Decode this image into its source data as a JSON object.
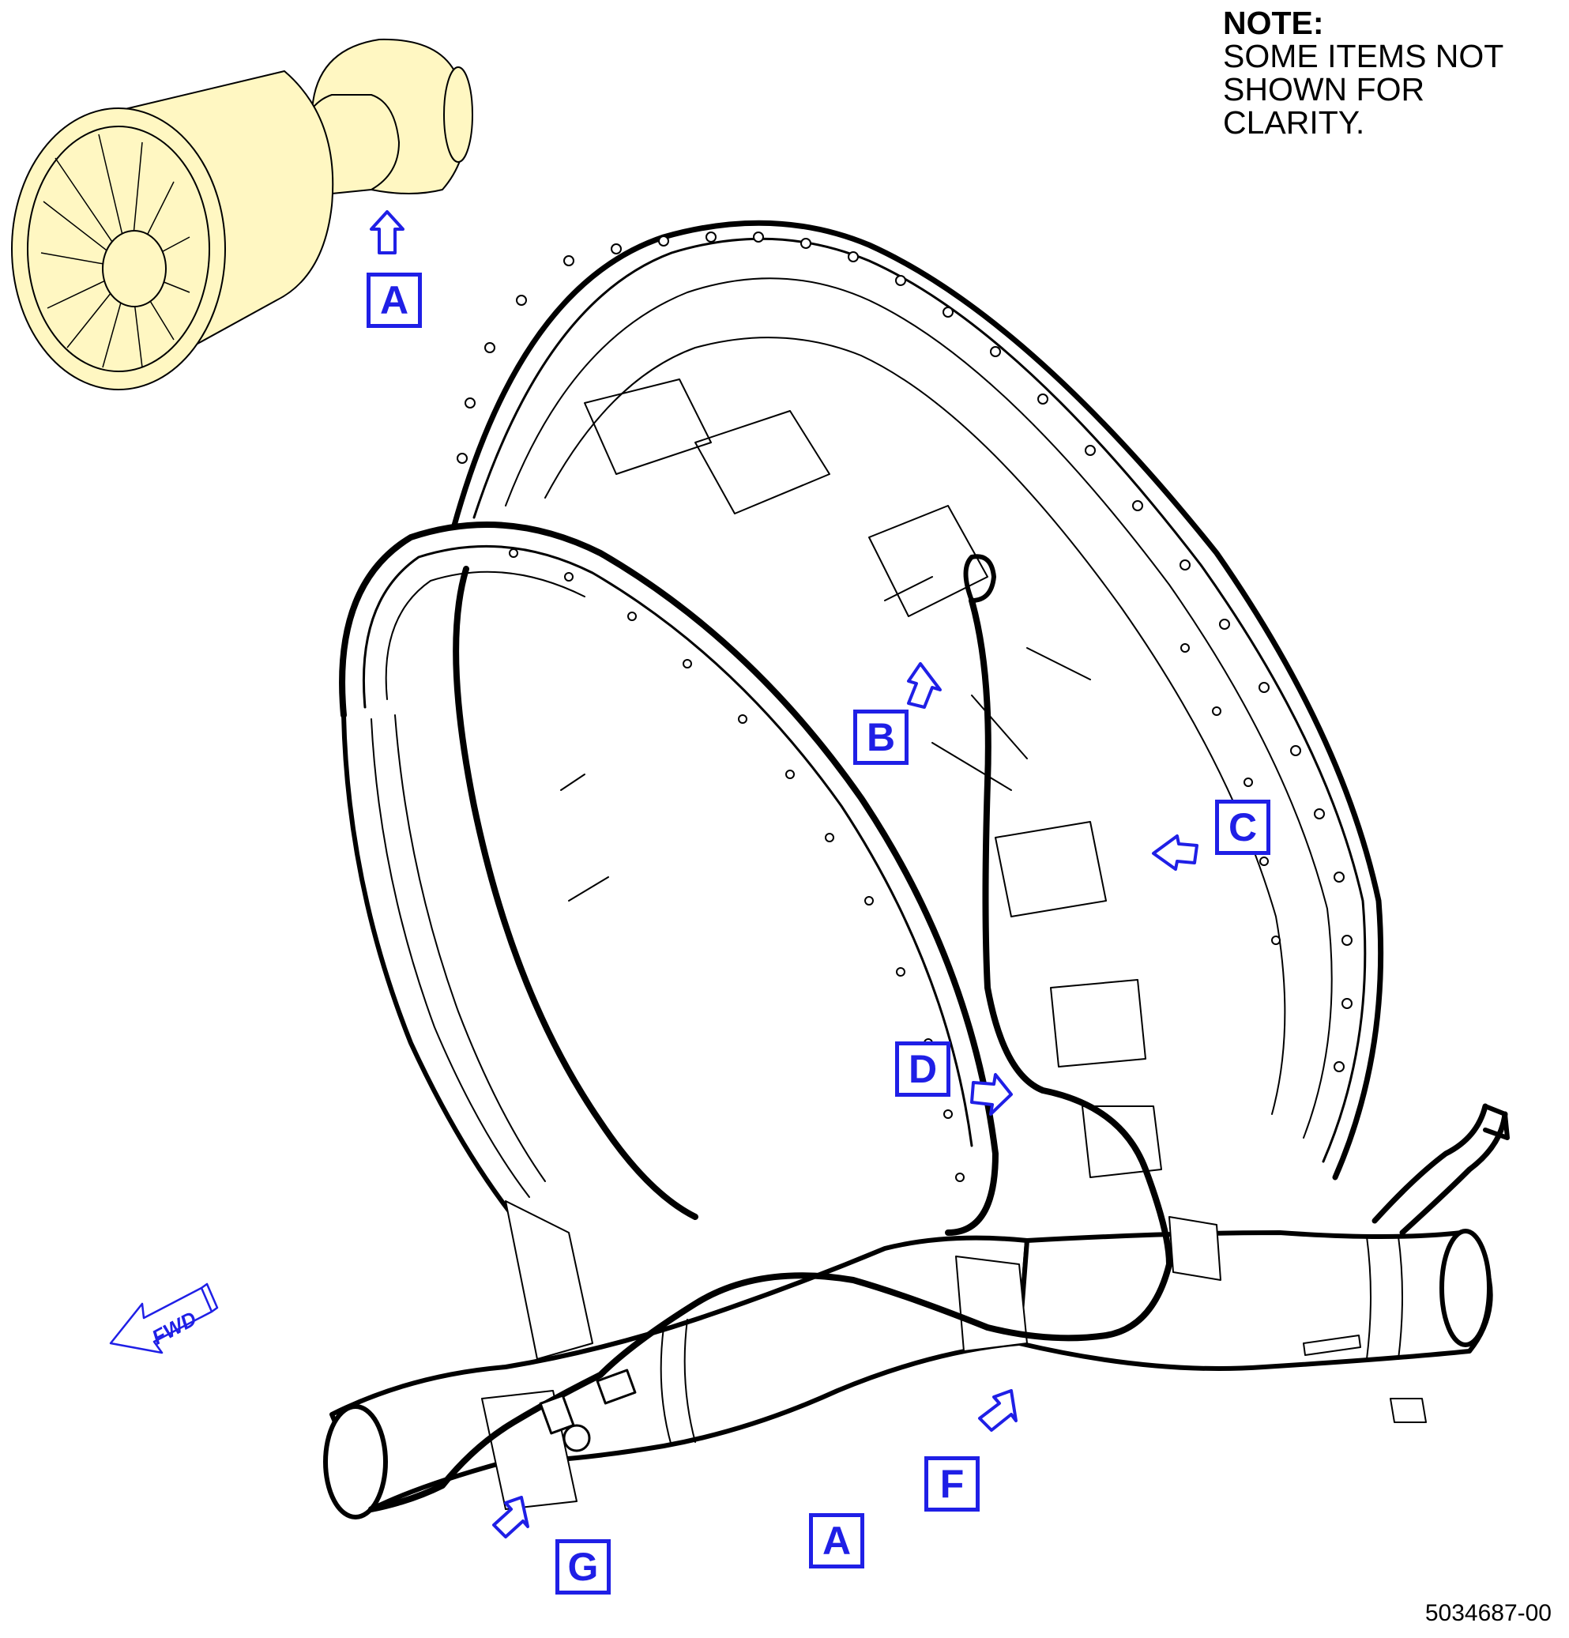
{
  "note": {
    "title": "NOTE:",
    "lines": [
      "SOME ITEMS NOT",
      "SHOWN FOR CLARITY."
    ]
  },
  "figure_number": "5034687-00",
  "direction_marker": "FWD",
  "callouts": {
    "a_engine": "A",
    "b": "B",
    "c": "C",
    "d": "D",
    "f": "F",
    "g": "G",
    "a_bottom": "A"
  },
  "colors": {
    "callout_blue": "#1f1fe6",
    "engine_fill": "#fff7c2",
    "line": "#000000"
  }
}
